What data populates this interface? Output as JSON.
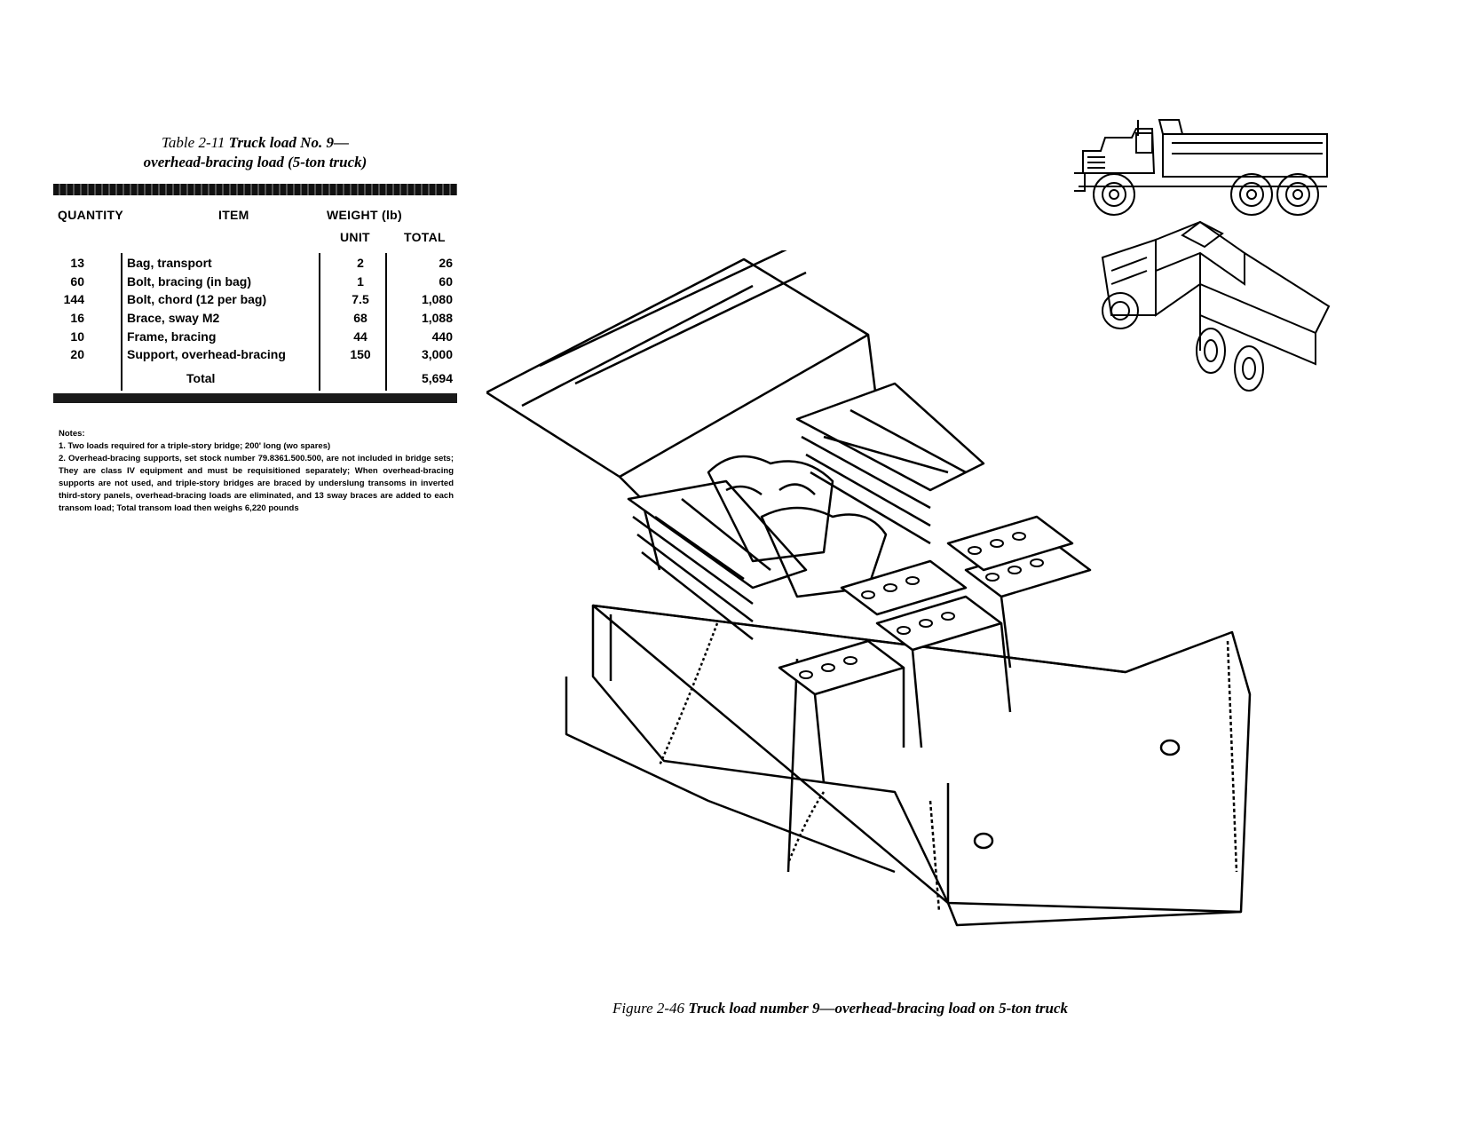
{
  "table": {
    "title_lead": "Table 2-11 ",
    "title_main": "Truck load No. 9—",
    "title_line2": "overhead-bracing load (5-ton truck)",
    "headers": {
      "quantity": "QUANTITY",
      "item": "ITEM",
      "weight": "WEIGHT (lb)",
      "unit": "UNIT",
      "total": "TOTAL"
    },
    "rows": [
      {
        "quantity": "13",
        "item": "Bag, transport",
        "unit": "2",
        "total": "26"
      },
      {
        "quantity": "60",
        "item": "Bolt, bracing (in bag)",
        "unit": "1",
        "total": "60"
      },
      {
        "quantity": "144",
        "item": "Bolt, chord (12 per bag)",
        "unit": "7.5",
        "total": "1,080"
      },
      {
        "quantity": "16",
        "item": "Brace, sway M2",
        "unit": "68",
        "total": "1,088"
      },
      {
        "quantity": "10",
        "item": "Frame, bracing",
        "unit": "44",
        "total": "440"
      },
      {
        "quantity": "20",
        "item": "Support, overhead-bracing",
        "unit": "150",
        "total": "3,000"
      }
    ],
    "total_label": "Total",
    "total_value": "5,694"
  },
  "notes": {
    "heading": "Notes:",
    "items": [
      "1. Two loads required for a triple-story bridge; 200' long (wo spares)",
      "2. Overhead-bracing supports, set stock number 79.8361.500.500, are not included in bridge sets; They are class IV equipment and must be requisitioned separately; When overhead-bracing supports are not used, and triple-story bridges are braced by underslung transoms in inverted third-story panels, overhead-bracing loads are eliminated, and 13 sway braces are added to each transom load; Total transom load then weighs 6,220 pounds"
    ]
  },
  "figure": {
    "caption_lead": "Figure 2-46 ",
    "caption_main": "Truck load number 9—overhead-bracing load on 5-ton truck"
  }
}
